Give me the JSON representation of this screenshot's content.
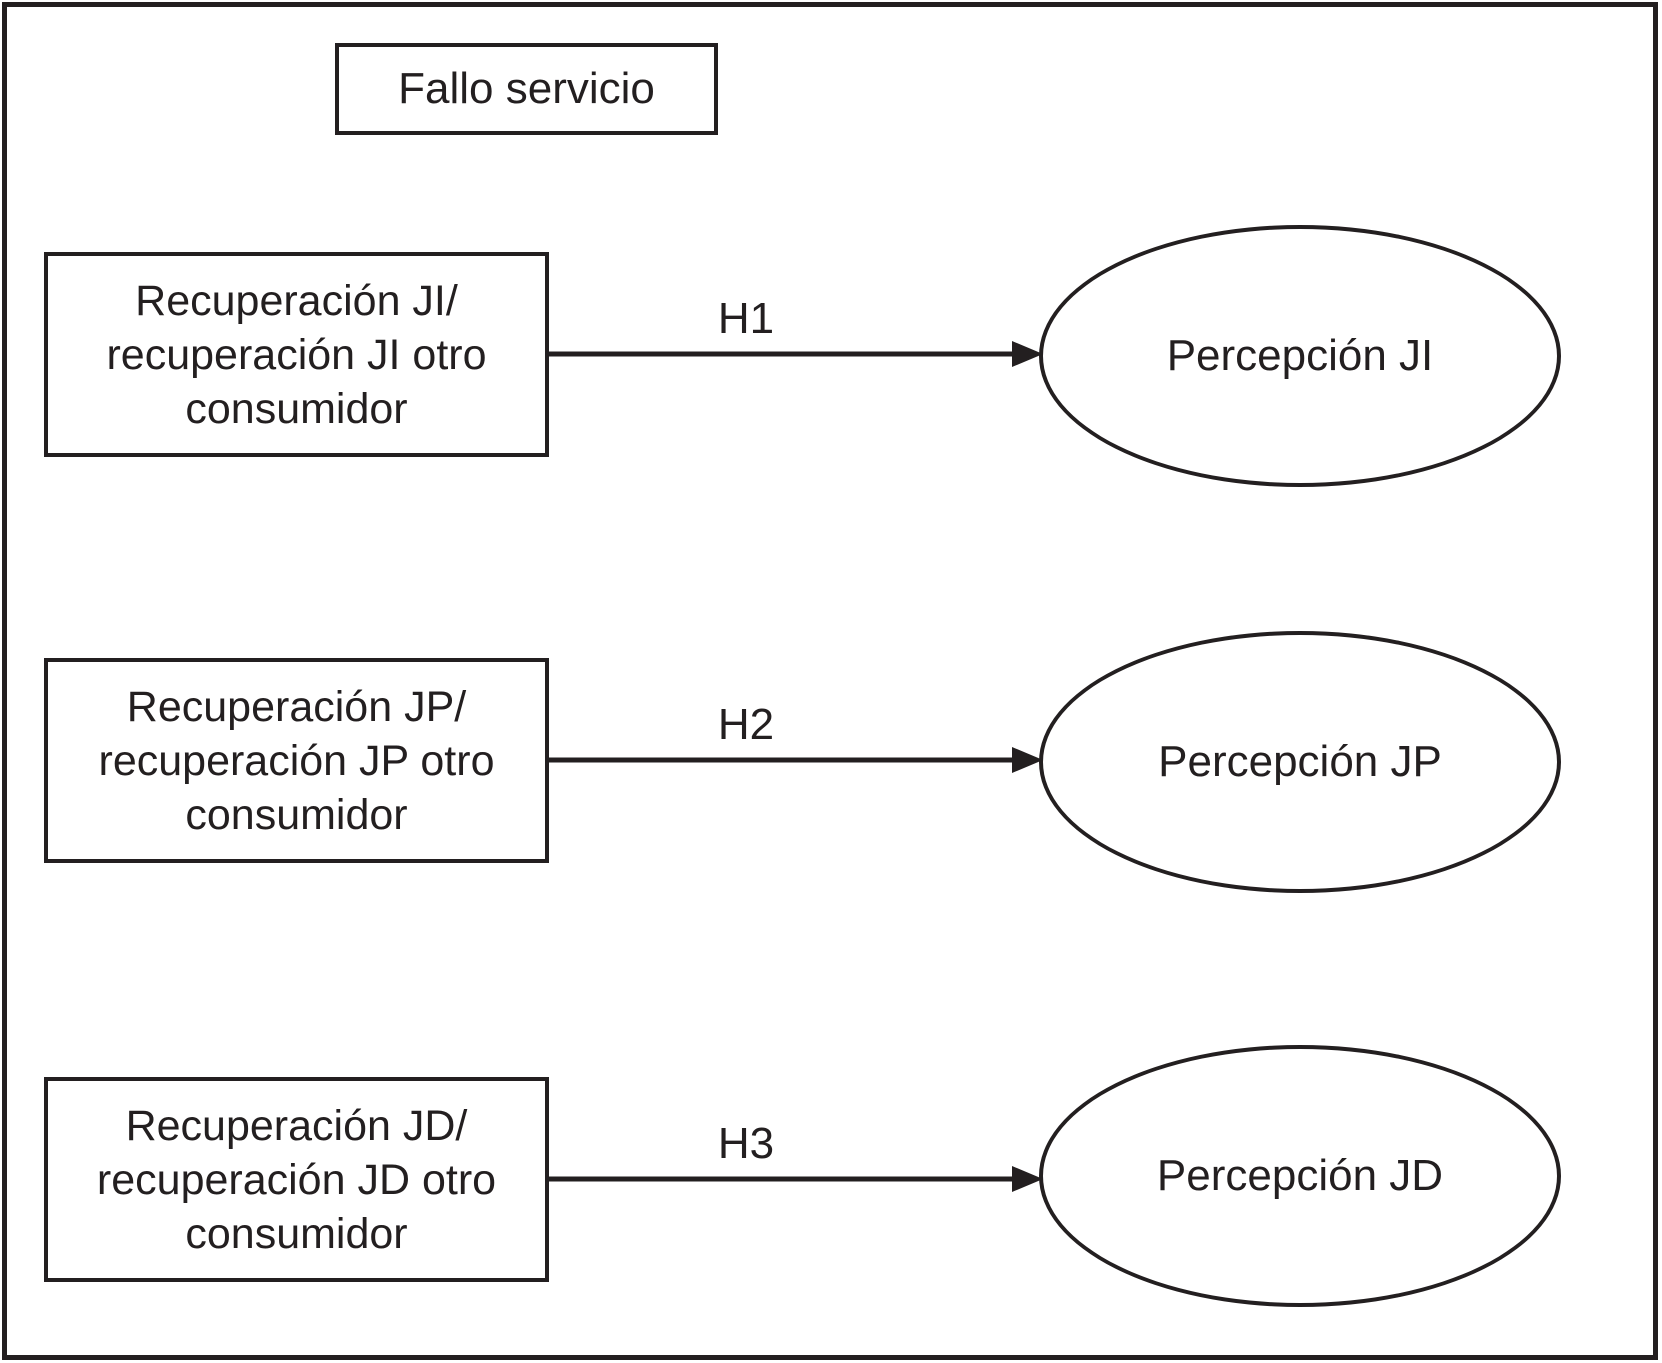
{
  "diagram": {
    "title_node": {
      "label": "Fallo servicio"
    },
    "rows": [
      {
        "box_lines": [
          "Recuperación JI/",
          "recuperación JI otro",
          "consumidor"
        ],
        "hypothesis": "H1",
        "ellipse_label": "Percepción JI"
      },
      {
        "box_lines": [
          "Recuperación JP/",
          "recuperación JP otro",
          "consumidor"
        ],
        "hypothesis": "H2",
        "ellipse_label": "Percepción JP"
      },
      {
        "box_lines": [
          "Recuperación JD/",
          "recuperación JD otro",
          "consumidor"
        ],
        "hypothesis": "H3",
        "ellipse_label": "Percepción JD"
      }
    ],
    "colors": {
      "stroke": "#231f20",
      "background": "#ffffff"
    }
  }
}
